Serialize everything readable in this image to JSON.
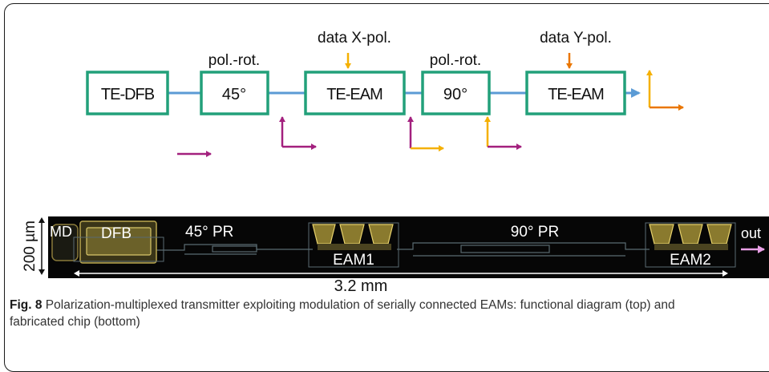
{
  "diagram": {
    "blocks": [
      {
        "label": "TE-DFB"
      },
      {
        "label": "45°",
        "above": "pol.-rot."
      },
      {
        "label": "TE-EAM",
        "above": "data X-pol."
      },
      {
        "label": "90°",
        "above": "pol.-rot."
      },
      {
        "label": "TE-EAM",
        "above": "data Y-pol."
      }
    ],
    "colors": {
      "box": "#22a07a",
      "waveguide": "#5b9bd5",
      "te_arrow": "#a3207e",
      "x_arrow": "#f5b000",
      "y_arrow": "#ea7600"
    }
  },
  "chip": {
    "md": "MD",
    "dfb": "DFB",
    "pr45": "45° PR",
    "pr90": "90° PR",
    "eam1": "EAM1",
    "eam2": "EAM2",
    "out": "out",
    "height_label": "200 µm",
    "length_label": "3.2 mm"
  },
  "caption": {
    "fig": "Fig. 8",
    "text": " Polarization-multiplexed transmitter exploiting modulation of serially connected EAMs: functional diagram (top) and fabricated chip (bottom)"
  }
}
